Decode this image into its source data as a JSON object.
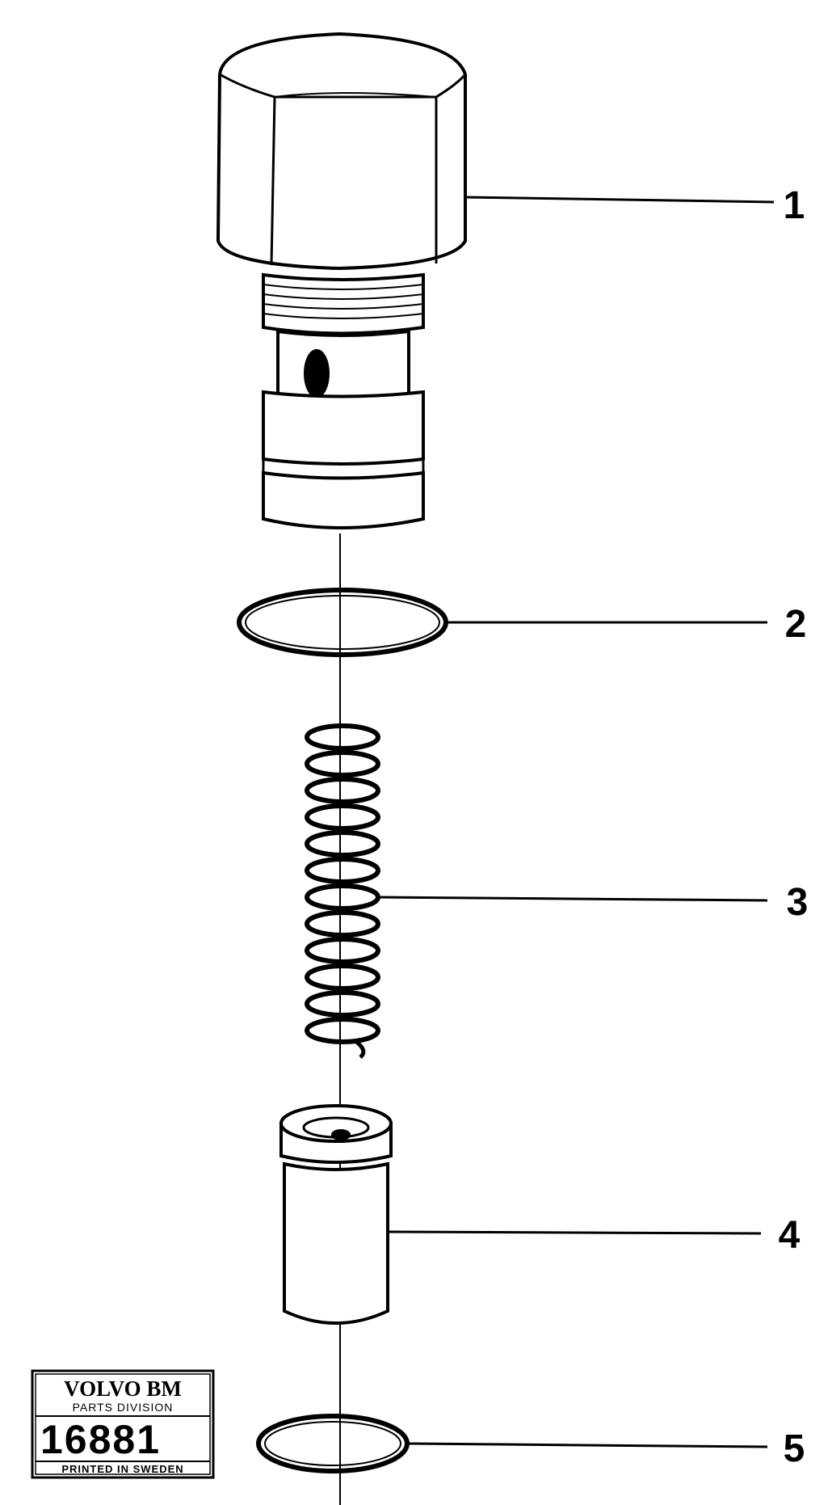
{
  "callouts": [
    {
      "number": "1",
      "part": "valve-plug"
    },
    {
      "number": "2",
      "part": "o-ring"
    },
    {
      "number": "3",
      "part": "spring"
    },
    {
      "number": "4",
      "part": "piston"
    },
    {
      "number": "5",
      "part": "o-ring"
    }
  ],
  "label": {
    "brand": "VOLVO BM",
    "division": "PARTS DIVISION",
    "drawing_number": "16881",
    "footer": "PRINTED IN SWEDEN"
  },
  "colors": {
    "ink": "#000000",
    "paper": "#ffffff"
  }
}
